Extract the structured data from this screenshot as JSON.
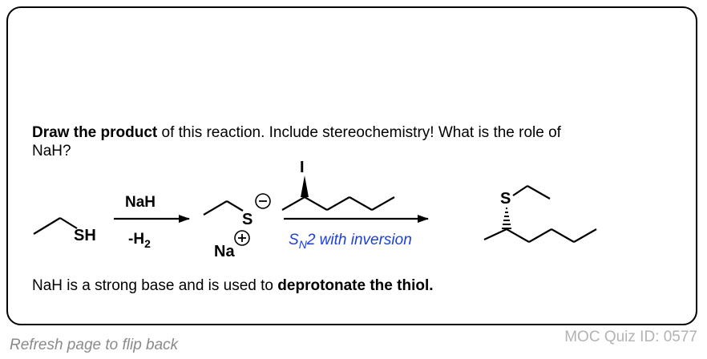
{
  "question": {
    "bold": "Draw the product",
    "rest": " of this reaction. Include stereochemistry! What is the role of NaH?"
  },
  "answer": {
    "plain": "NaH is a strong base and is used to ",
    "bold": "deprotonate the thiol."
  },
  "scheme": {
    "thiol_label": "SH",
    "reagent_top": "NaH",
    "reagent_bottom_prefix": "-H",
    "reagent_bottom_sub": "2",
    "thiolate_label": "S",
    "counterion": "Na",
    "iodide_label": "I",
    "conditions_s": "S",
    "conditions_sub": "N",
    "conditions_rest": "2 with inversion",
    "product_label": "S",
    "conditions_color": "#1a3ee0"
  },
  "footer": {
    "left": "Refresh page to flip back",
    "right": "MOC Quiz ID: 0577"
  }
}
